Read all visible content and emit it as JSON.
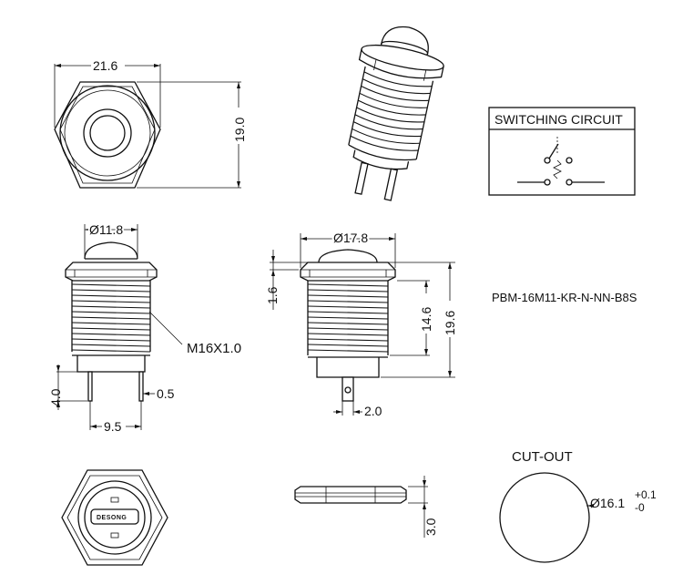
{
  "top_view": {
    "width_dim": "21.6",
    "height_dim": "19.0"
  },
  "switching_circuit": {
    "title": "SWITCHING CIRCUIT"
  },
  "front_view": {
    "cap_dia": "Ø11.8",
    "thread_label": "M16X1.0",
    "terminal_len": "4.0",
    "terminal_thk": "0.5",
    "terminal_pitch": "9.5"
  },
  "side_view": {
    "flange_dia": "Ø17.8",
    "cap_height": "1.6",
    "thread_len": "14.6",
    "total_len": "19.6",
    "terminal_width": "2.0"
  },
  "part_number": "PBM-16M11-KR-N-NN-B8S",
  "bottom_view": {
    "logo_text": "DESONG"
  },
  "nut_view": {
    "thickness": "3.0"
  },
  "cutout": {
    "title": "CUT-OUT",
    "dia": "Ø16.1",
    "tol_plus": "+0.1",
    "tol_minus": "-0"
  }
}
